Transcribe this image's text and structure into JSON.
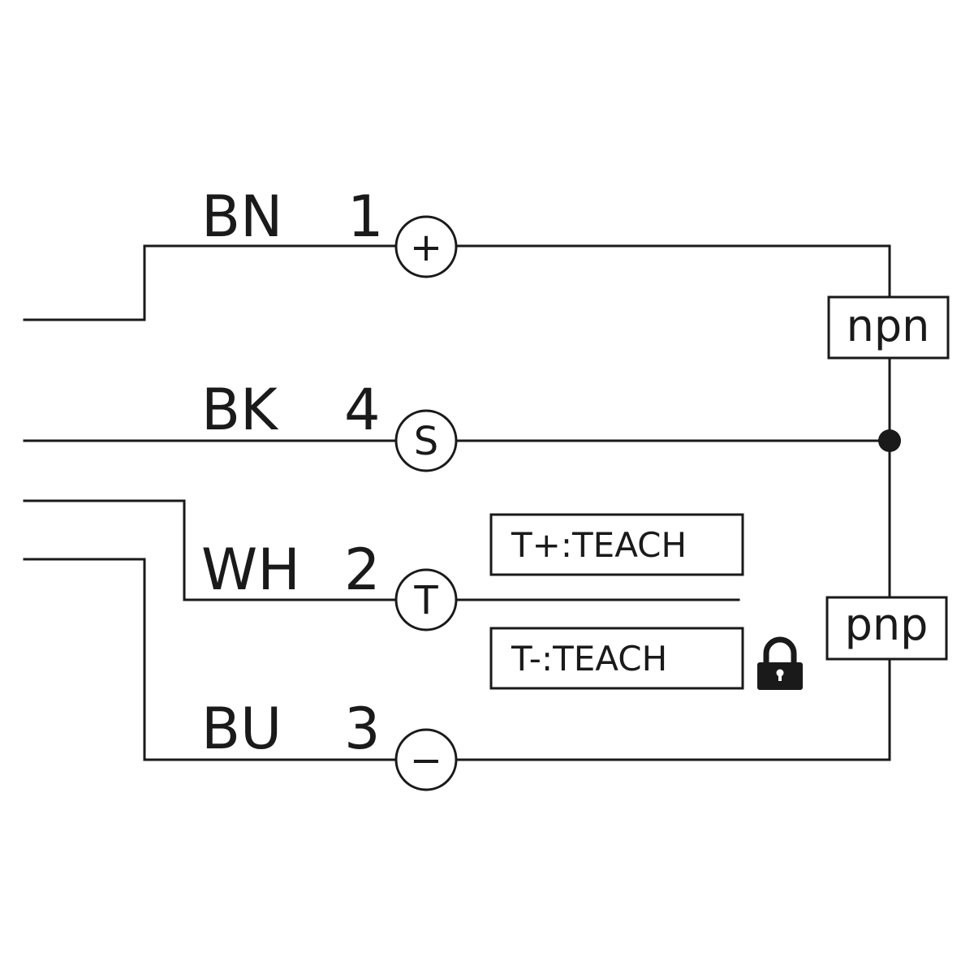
{
  "colors": {
    "line": "#1a1a1a",
    "background": "#ffffff"
  },
  "wires": [
    {
      "color_code": "BN",
      "pin": "1",
      "terminal_symbol": "+"
    },
    {
      "color_code": "BK",
      "pin": "4",
      "terminal_symbol": "S"
    },
    {
      "color_code": "WH",
      "pin": "2",
      "terminal_symbol": "T"
    },
    {
      "color_code": "BU",
      "pin": "3",
      "terminal_symbol": "−"
    }
  ],
  "output_modes": {
    "upper": "npn",
    "lower": "pnp"
  },
  "teach": {
    "plus": "T+:TEACH",
    "minus": "T-:TEACH"
  },
  "icons": {
    "lock": "padlock-icon"
  }
}
